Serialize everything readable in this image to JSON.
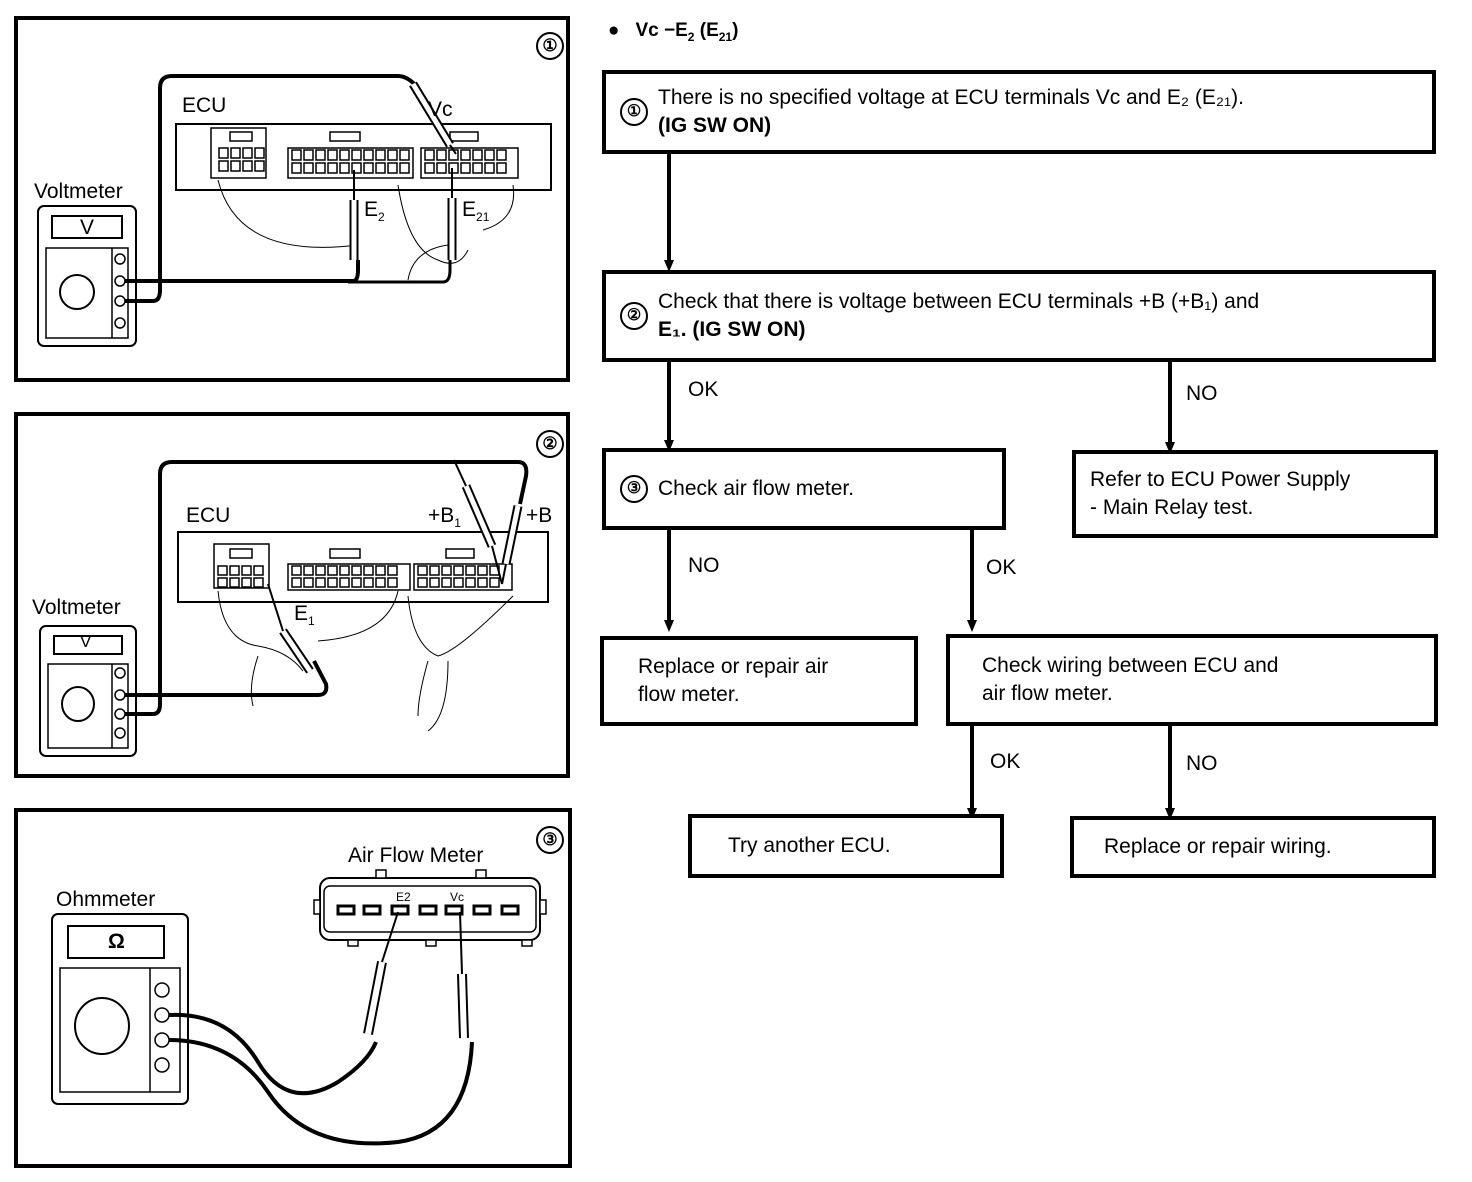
{
  "heading": {
    "bullet": "●",
    "text": "Vc −E",
    "sub1": "2",
    "mid": " (E",
    "sub2": "21",
    "end": ")"
  },
  "panels": [
    {
      "number": "①",
      "ecu_label": "ECU",
      "meter_label": "Voltmeter",
      "meter_display": "V",
      "terminals": {
        "vc": "Vc",
        "e2": "E",
        "e2_sub": "2",
        "e21": "E",
        "e21_sub": "21"
      }
    },
    {
      "number": "②",
      "ecu_label": "ECU",
      "meter_label": "Voltmeter",
      "meter_display": "V",
      "terminals": {
        "b1": "+B",
        "b1_sub": "1",
        "b": "+B",
        "e1": "E",
        "e1_sub": "1"
      }
    },
    {
      "number": "③",
      "device_label": "Air Flow Meter",
      "meter_label": "Ohmmeter",
      "meter_display": "Ω",
      "terminals": {
        "e2": "E2",
        "vc": "Vc"
      }
    }
  ],
  "flowchart": {
    "step1": {
      "num": "①",
      "line1": "There is no specified voltage at ECU terminals Vc and E₂ (E₂₁).",
      "line2": "(IG SW ON)"
    },
    "step2": {
      "num": "②",
      "line1": "Check that there is voltage between ECU terminals +B (+B₁) and",
      "line2": "E₁. (IG SW ON)"
    },
    "step3": {
      "num": "③",
      "line1": "Check air flow meter."
    },
    "refer": {
      "line1": "Refer to ECU Power Supply",
      "line2": "- Main Relay test."
    },
    "replace_afm": {
      "line1": "Replace or repair air",
      "line2": "flow meter."
    },
    "check_wiring": {
      "line1": "Check wiring between ECU and",
      "line2": "air flow meter."
    },
    "try_ecu": {
      "line1": "Try another ECU."
    },
    "replace_wiring": {
      "line1": "Replace or repair wiring."
    },
    "labels": {
      "s2_ok": "OK",
      "s2_no": "NO",
      "s3_no": "NO",
      "s3_ok": "OK",
      "w_ok": "OK",
      "w_no": "NO"
    }
  }
}
